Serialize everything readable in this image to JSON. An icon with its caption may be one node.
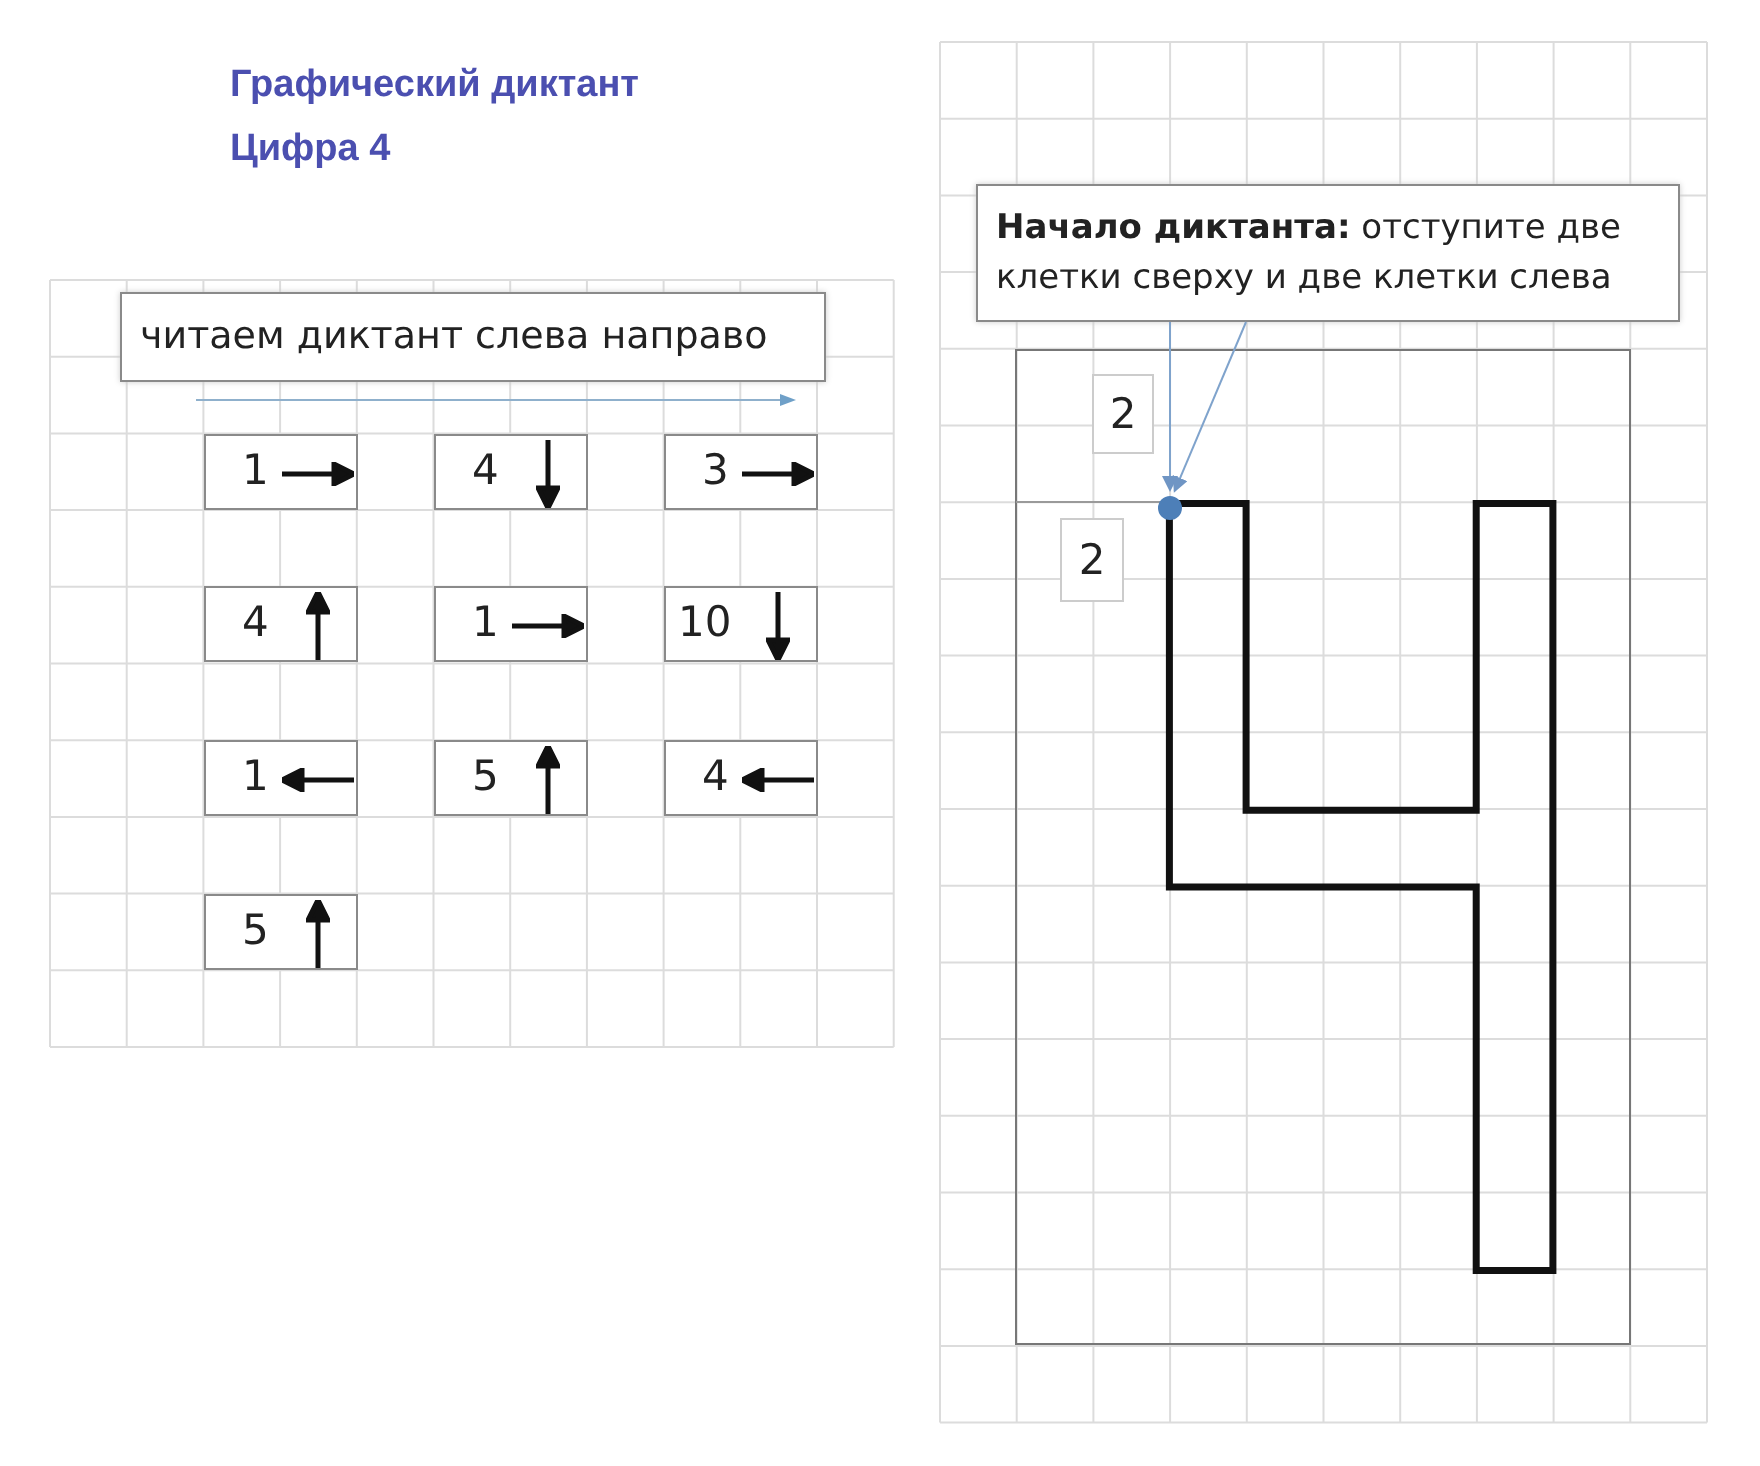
{
  "diagram": {
    "title": "Графический диктант",
    "nodes": [
      {
        "text": [
          "читаем диктант слева направо"
        ]
      },
      {
        "text": [
          "1"
        ]
      },
      {
        "text": [
          "4"
        ]
      },
      {
        "text": [
          "3"
        ]
      },
      {
        "text": [
          "4"
        ]
      },
      {
        "text": [
          "1"
        ]
      },
      {
        "text": [
          "10"
        ]
      },
      {
        "text": [
          "1"
        ]
      },
      {
        "text": [
          "5"
        ]
      },
      {
        "text": [
          "4"
        ]
      },
      {
        "text": [
          "5"
        ]
      },
      {
        "text": [
          "**Начало диктанта:** отступите две клетки сверху и две клетки слева"
        ]
      },
      {
        "text": [
          "2"
        ]
      },
      {
        "text": [
          "2"
        ]
      },
      {
        "text": [],
        "shape": "circle"
      }
    ],
    "edges": [
      {
        "from": 11,
        "to": 14,
        "arrow": "to",
        "color": "#7fa3cc"
      },
      {
        "from": 11,
        "to": 14,
        "arrow": "to",
        "color": "#7fa3cc"
      }
    ],
    "labels": [
      "Цифра 4"
    ]
  }
}
